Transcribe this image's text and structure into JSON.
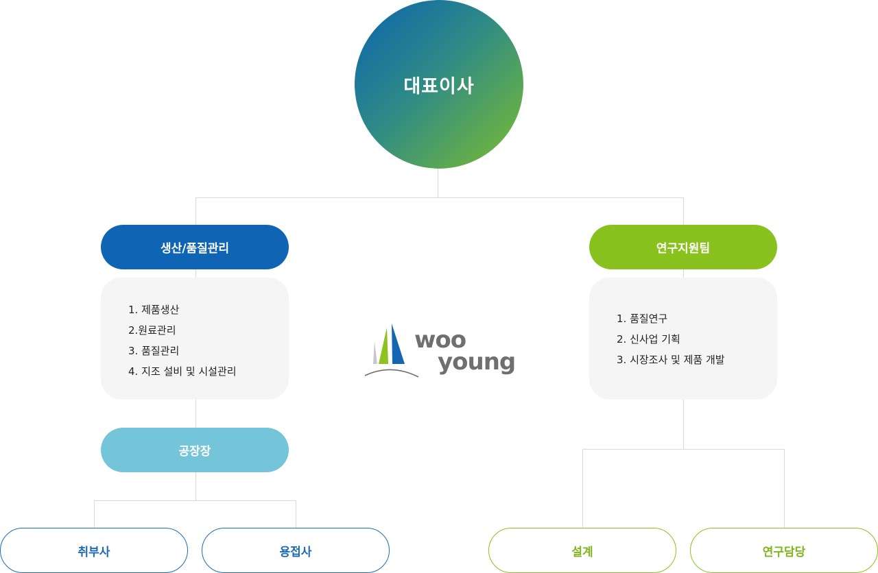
{
  "ceo": {
    "label": "대표이사"
  },
  "production": {
    "title": "생산/품질관리",
    "items": [
      "1. 제품생산",
      "2.원료관리",
      "3. 품질관리",
      "4. 지조 설비 및 시설관리"
    ],
    "factory_head": "공장장",
    "subunits": [
      "취부사",
      "용접사"
    ]
  },
  "research": {
    "title": "연구지원팀",
    "items": [
      "1. 품질연구",
      "2. 신사업 기획",
      "3. 시장조사 및 제품 개발"
    ],
    "subunits": [
      "설계",
      "연구담당"
    ]
  },
  "logo": {
    "line1": "woo",
    "line2": "young"
  },
  "colors": {
    "blue": "#0f64b4",
    "green": "#89c21e",
    "light_blue": "#74c4da",
    "line": "#d9d9d9",
    "box_bg": "#f5f5f5"
  }
}
